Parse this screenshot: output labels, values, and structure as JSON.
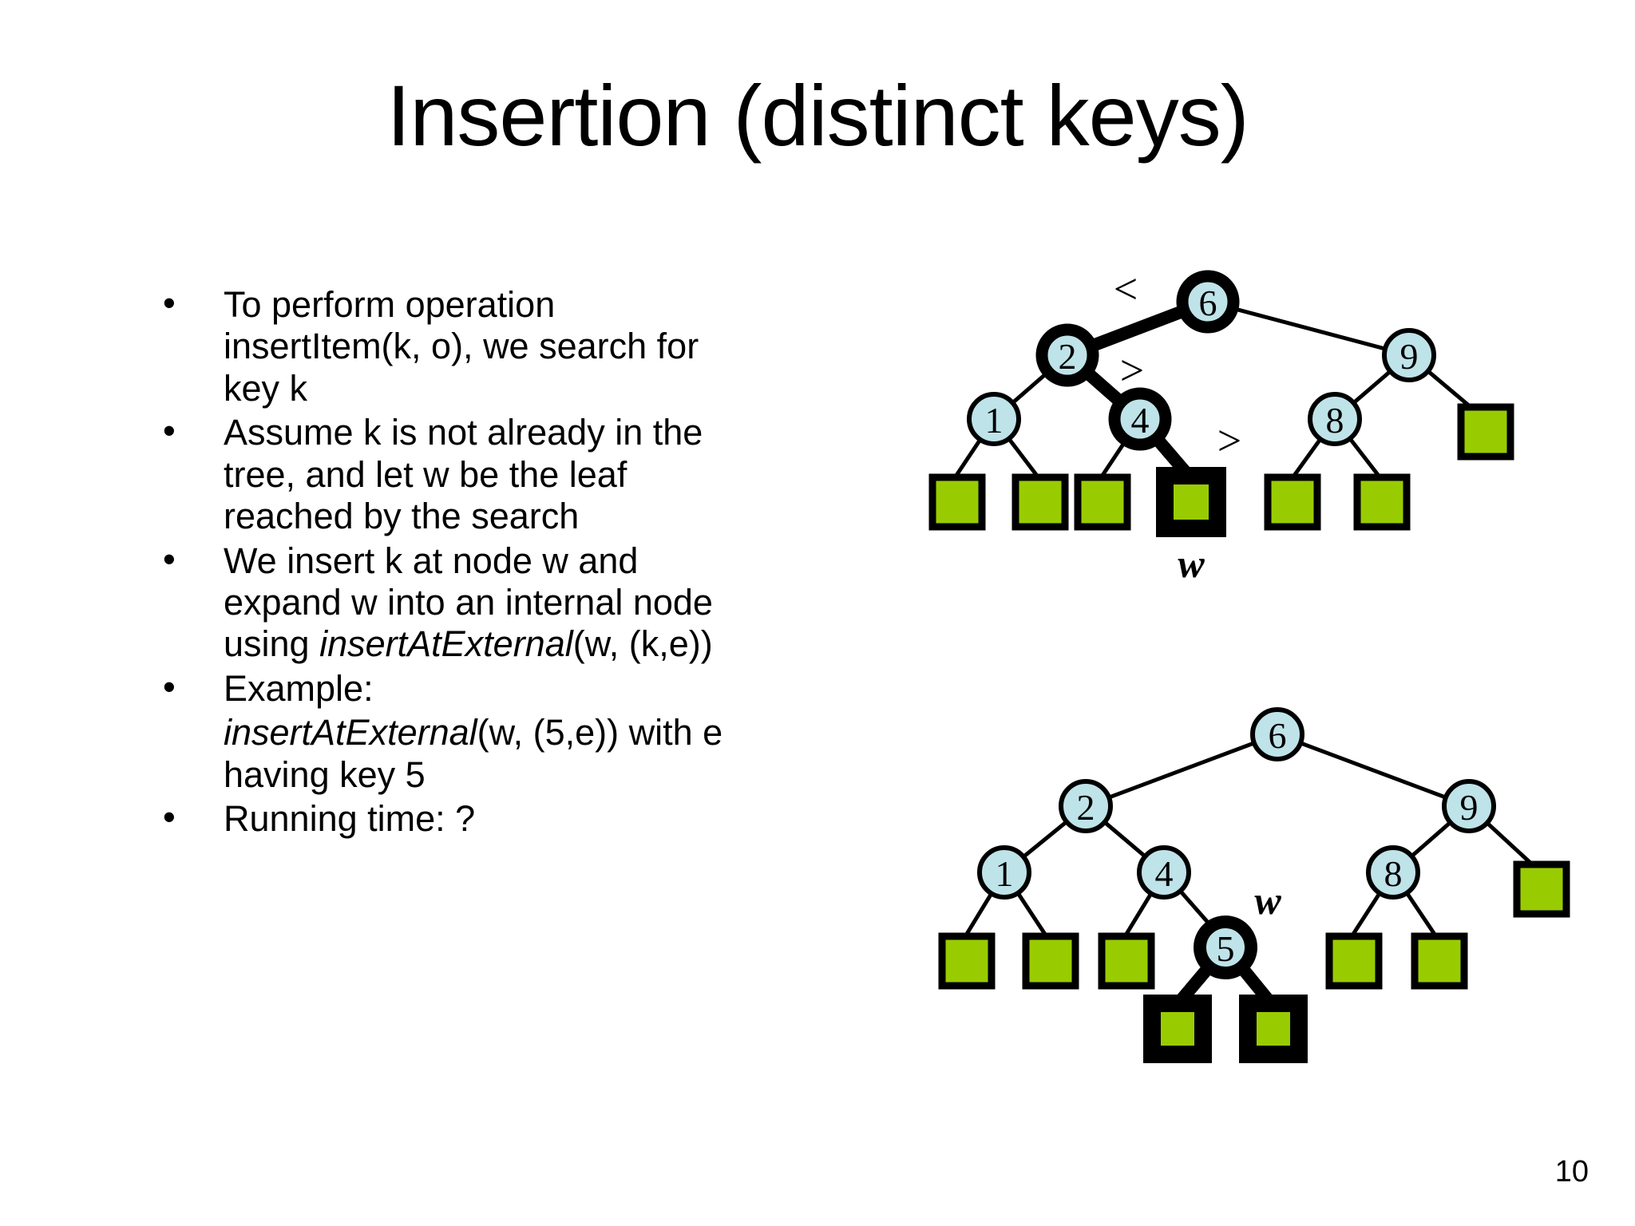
{
  "slide": {
    "title": "Insertion (distinct keys)",
    "page_number": "10",
    "colors": {
      "node_fill": "#BEE3E8",
      "leaf_fill": "#99CC00",
      "stroke": "#000000",
      "background": "#FFFFFF"
    }
  },
  "bullets": [
    {
      "marker": "•",
      "segments": [
        {
          "text": "To perform operation insertItem(k, o), we search for key k",
          "style": "normal"
        }
      ]
    },
    {
      "marker": "•",
      "segments": [
        {
          "text": "Assume k is not already in the tree, and let w be the leaf reached by the search",
          "style": "normal"
        }
      ]
    },
    {
      "marker": "•",
      "segments": [
        {
          "text": "We insert k at node w and expand w into an internal node using ",
          "style": "normal"
        },
        {
          "text": "insertAtExternal",
          "style": "italic"
        },
        {
          "text": "(w, (k,e))",
          "style": "normal"
        }
      ]
    },
    {
      "marker": "•",
      "segments": [
        {
          "text": "Example:",
          "style": "normal"
        }
      ]
    },
    {
      "marker": "",
      "segments": [
        {
          "text": "insertAtExternal",
          "style": "italic"
        },
        {
          "text": "(w, (5,e)) with e having key 5",
          "style": "normal"
        }
      ]
    },
    {
      "marker": "•",
      "segments": [
        {
          "text": "Running time: ?",
          "style": "normal"
        }
      ]
    }
  ],
  "diagrams": {
    "top_tree": {
      "caption_labels": [
        {
          "name": "less-than-label",
          "text": "<"
        },
        {
          "name": "greater-than-label-1",
          "text": ">"
        },
        {
          "name": "greater-than-label-2",
          "text": ">"
        }
      ],
      "w_label": "w",
      "internal_nodes": [
        {
          "key": "6",
          "highlighted": true
        },
        {
          "key": "2",
          "highlighted": true
        },
        {
          "key": "9",
          "highlighted": false
        },
        {
          "key": "1",
          "highlighted": false
        },
        {
          "key": "4",
          "highlighted": true
        },
        {
          "key": "8",
          "highlighted": false
        }
      ],
      "external_leaves_count": 7,
      "highlighted_leaf_index": 3,
      "search_path": [
        "6",
        "2",
        "4",
        "w"
      ]
    },
    "bottom_tree": {
      "w_label": "w",
      "internal_nodes": [
        {
          "key": "6",
          "highlighted": false
        },
        {
          "key": "2",
          "highlighted": false
        },
        {
          "key": "9",
          "highlighted": false
        },
        {
          "key": "1",
          "highlighted": false
        },
        {
          "key": "4",
          "highlighted": false
        },
        {
          "key": "8",
          "highlighted": false
        },
        {
          "key": "5",
          "highlighted": true
        }
      ],
      "external_leaves_count": 8,
      "new_leaves_count": 2
    }
  }
}
